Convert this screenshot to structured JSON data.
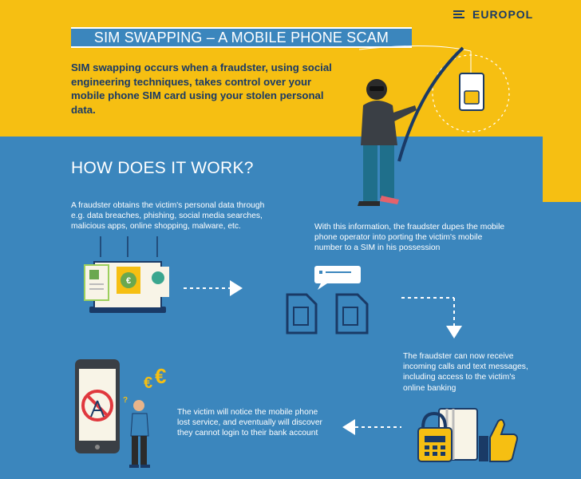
{
  "logo": {
    "text": "EUROPOL"
  },
  "title": "SIM SWAPPING – A MOBILE PHONE SCAM",
  "intro": "SIM swapping occurs when a fraudster, using social engineering techniques, takes control over your mobile phone SIM card using your stolen personal data.",
  "section_heading": "HOW DOES IT WORK?",
  "steps": [
    {
      "text": "A fraudster obtains the victim's personal data through e.g. data breaches, phishing, social media searches, malicious apps, online shopping, malware, etc."
    },
    {
      "text": "With this information, the fraudster dupes the mobile phone operator into porting the victim's mobile number to a SIM in his possession"
    },
    {
      "text": "The fraudster can now receive incoming calls and text messages, including access to the victim's online banking"
    },
    {
      "text": "The victim will notice the mobile phone lost service, and eventually will discover they cannot login to their bank account"
    }
  ],
  "icons": {
    "money": "€",
    "question": "?"
  },
  "colors": {
    "yellow": "#f6bf12",
    "blue": "#3b86bd",
    "navy": "#1a3a66"
  }
}
